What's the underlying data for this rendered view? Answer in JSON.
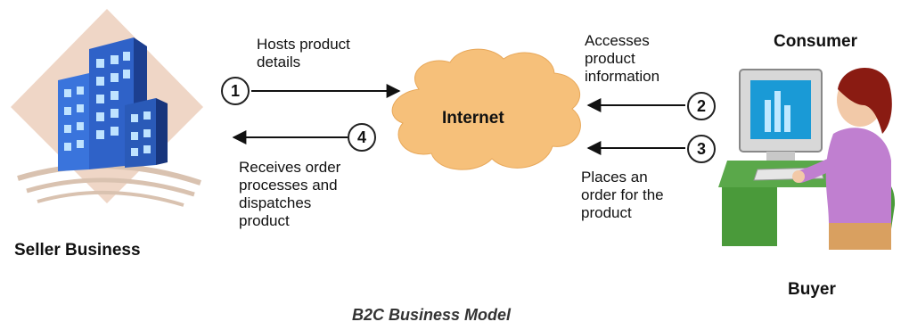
{
  "diagram": {
    "caption": "B2C Business Model",
    "internet_label": "Internet",
    "seller": {
      "label": "Seller Business"
    },
    "consumer": {
      "top_label": "Consumer",
      "bottom_label": "Buyer"
    },
    "steps": [
      {
        "number": "1",
        "text": "Hosts product\ndetails"
      },
      {
        "number": "2",
        "text": "Accesses\nproduct\ninformation"
      },
      {
        "number": "3",
        "text": "Places an\norder for the\nproduct"
      },
      {
        "number": "4",
        "text": "Receives order\nprocesses and\ndispatches\nproduct"
      }
    ],
    "colors": {
      "cloud": "#f6c07a",
      "building": "#2f62c8",
      "diamond": "#efd6c6",
      "shirt": "#c07fd0",
      "hair": "#8a1b12",
      "monitor": "#d8d8d8",
      "desk": "#5aa84a"
    }
  }
}
